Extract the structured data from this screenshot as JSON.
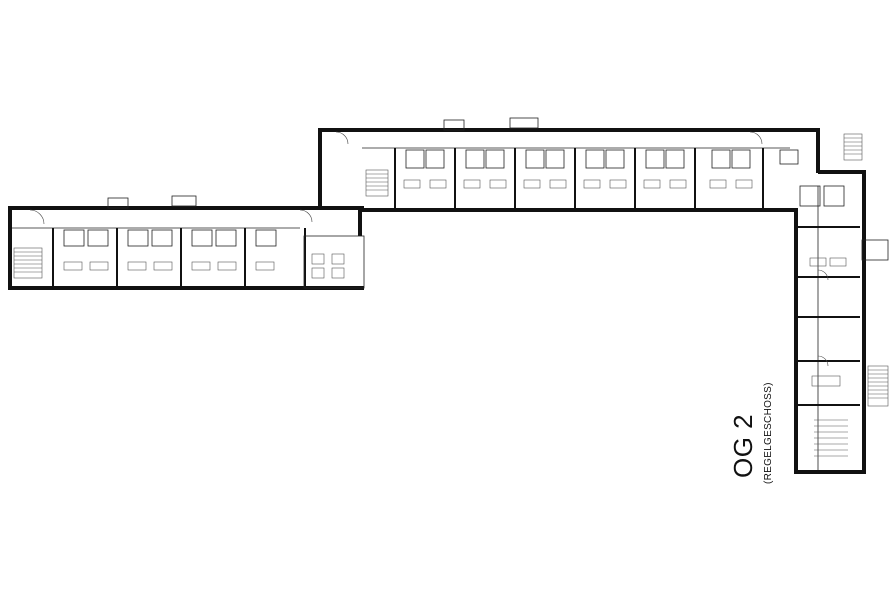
{
  "plan": {
    "floor_label": "OG 2",
    "floor_sublabel": "(REGELGESCHOSS)"
  },
  "structure": {
    "west_wing_rooms": 4,
    "middle_wing_rooms": 6,
    "east_wing_rooms": 6
  }
}
